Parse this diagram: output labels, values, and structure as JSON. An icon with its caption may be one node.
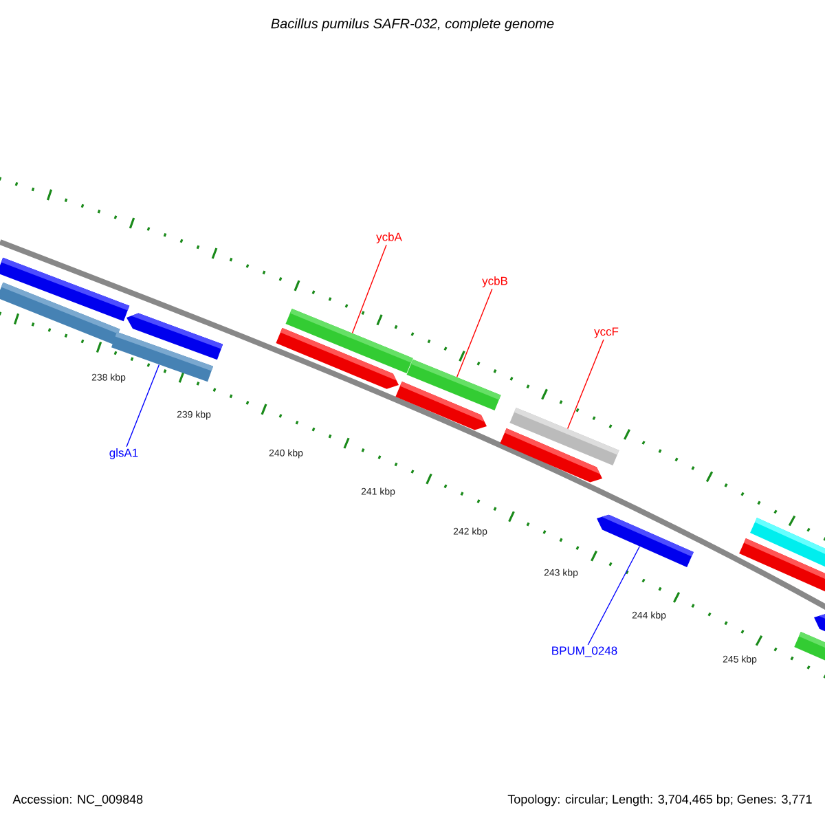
{
  "diagram": {
    "title": "Bacillus pumilus SAFR-032, complete genome",
    "nodes": [
      {
        "text": [
          "ycbA"
        ]
      },
      {
        "text": [
          "ycbB"
        ]
      },
      {
        "text": [
          "yccF"
        ]
      },
      {
        "text": [
          "glsA1"
        ]
      },
      {
        "text": [
          "BPUM_0248"
        ]
      },
      {
        "text": [],
        "shape": "bar"
      },
      {
        "text": [],
        "shape": "bar"
      },
      {
        "text": [],
        "shape": "bar"
      },
      {
        "text": [],
        "shape": "bar"
      },
      {
        "text": [],
        "shape": "bar"
      }
    ],
    "edges": [
      {
        "from": 0,
        "to": 5,
        "arrow": "none",
        "color": "#ff0000"
      },
      {
        "from": 1,
        "to": 6,
        "arrow": "none",
        "color": "#ff0000"
      },
      {
        "from": 2,
        "to": 7,
        "arrow": "none",
        "color": "#ff0000"
      },
      {
        "from": 3,
        "to": 8,
        "arrow": "none",
        "color": "#0000ff"
      },
      {
        "from": 4,
        "to": 9,
        "arrow": "none",
        "color": "#0000ff"
      }
    ],
    "labels": [
      "238 kbp",
      "239 kbp",
      "240 kbp",
      "241 kbp",
      "242 kbp",
      "243 kbp",
      "244 kbp",
      "245 kbp",
      "Accession: NC_009848",
      "Topology: circular; Length: 3,704,465 bp; Genes: 3,771"
    ]
  }
}
